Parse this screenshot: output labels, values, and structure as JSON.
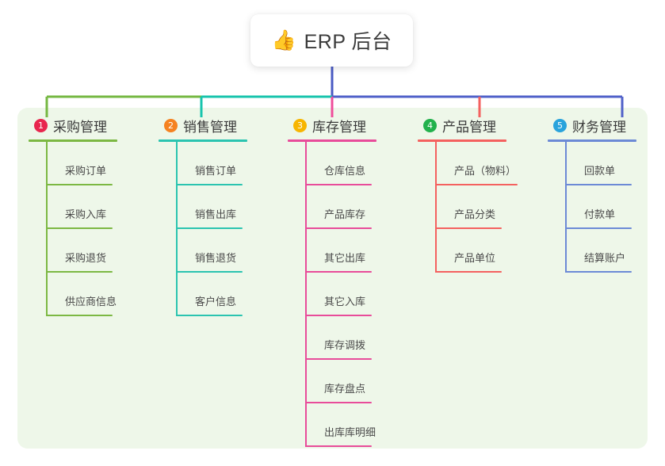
{
  "root": {
    "icon": "thumbs-up-icon",
    "icon_glyph": "👍",
    "title": "ERP 后台"
  },
  "panel": {
    "background": "#eef7e9"
  },
  "connector_colors": {
    "trunk": "#4a5bc4",
    "bar_left": "#76b843",
    "bar_mid": "#18c4ad",
    "bar_right": "#5061c9",
    "drop_1": "#76b843",
    "drop_2": "#18c4ad",
    "drop_3": "#ef4e9b",
    "drop_4": "#f4615f",
    "drop_5": "#5061c9"
  },
  "columns": [
    {
      "number": "1",
      "title": "采购管理",
      "badge_color": "#e8264e",
      "line_color": "#7cb843",
      "items": [
        {
          "label": "采购订单"
        },
        {
          "label": "采购入库"
        },
        {
          "label": "采购退货"
        },
        {
          "label": "供应商信息"
        }
      ]
    },
    {
      "number": "2",
      "title": "销售管理",
      "badge_color": "#f58220",
      "line_color": "#2bc4b0",
      "items": [
        {
          "label": "销售订单"
        },
        {
          "label": "销售出库"
        },
        {
          "label": "销售退货"
        },
        {
          "label": "客户信息"
        }
      ]
    },
    {
      "number": "3",
      "title": "库存管理",
      "badge_color": "#f7b500",
      "line_color": "#e84c9a",
      "items": [
        {
          "label": "仓库信息"
        },
        {
          "label": "产品库存"
        },
        {
          "label": "其它出库"
        },
        {
          "label": "其它入库"
        },
        {
          "label": "库存调拨"
        },
        {
          "label": "库存盘点"
        },
        {
          "label": "出库库明细"
        }
      ]
    },
    {
      "number": "4",
      "title": "产品管理",
      "badge_color": "#22b14c",
      "line_color": "#f4615f",
      "items": [
        {
          "label": "产品（物料）",
          "wide": true
        },
        {
          "label": "产品分类"
        },
        {
          "label": "产品单位"
        }
      ]
    },
    {
      "number": "5",
      "title": "财务管理",
      "badge_color": "#29a3dc",
      "line_color": "#6c8ad6",
      "items": [
        {
          "label": "回款单"
        },
        {
          "label": "付款单"
        },
        {
          "label": "结算账户"
        }
      ]
    }
  ]
}
